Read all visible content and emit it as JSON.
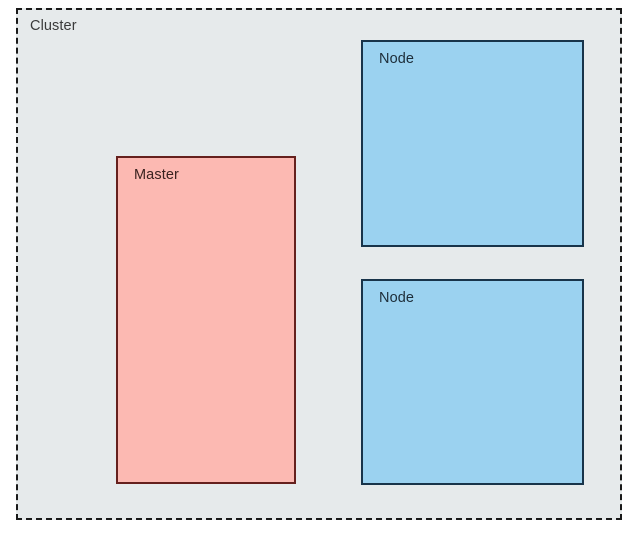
{
  "diagram": {
    "title_label": "Cluster",
    "background_color": "#ffffff",
    "cluster": {
      "label": "Cluster",
      "fill_color": "#e6eaeb",
      "border_color": "#1a1a1a",
      "border_style": "dashed"
    },
    "shapes": [
      {
        "id": "master",
        "label": "Master",
        "fill_color": "#fcb9b2",
        "border_color": "#65201d",
        "text_color": "#3a2320"
      },
      {
        "id": "node-1",
        "label": "Node",
        "fill_color": "#9bd2f0",
        "border_color": "#18344a",
        "text_color": "#1d2d39"
      },
      {
        "id": "node-2",
        "label": "Node",
        "fill_color": "#9bd2f0",
        "border_color": "#18344a",
        "text_color": "#1d2d39"
      }
    ]
  }
}
